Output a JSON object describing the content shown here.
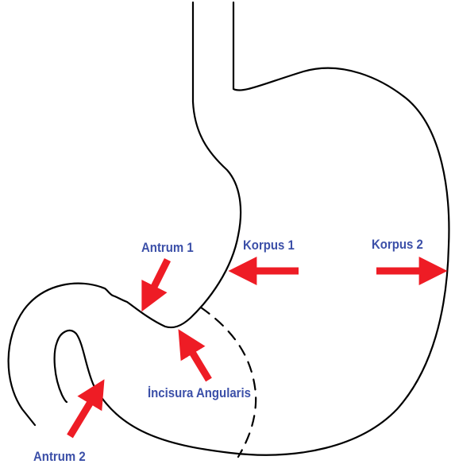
{
  "colors": {
    "outline": "#000000",
    "arrow": "#ee1c25",
    "label": "#3b4fa8"
  },
  "labels": {
    "antrum_1": "Antrum 1",
    "korpus_1": "Korpus 1",
    "korpus_2": "Korpus 2",
    "incisura_angularis": "İncisura Angularis",
    "antrum_2": "Antrum 2"
  }
}
